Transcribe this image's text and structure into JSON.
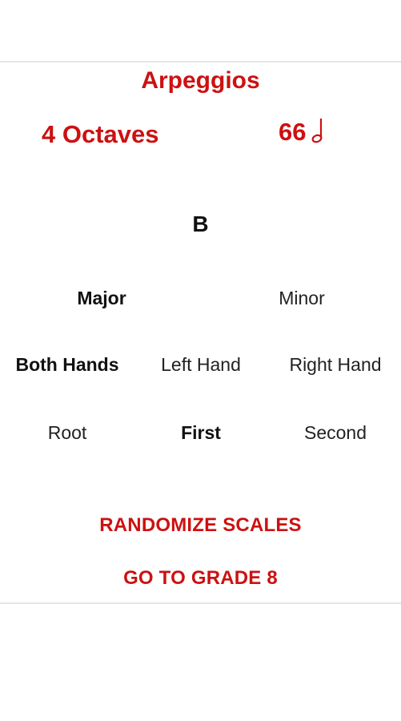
{
  "header": {
    "title": "Arpeggios",
    "octaves": "4 Octaves",
    "tempo": "66"
  },
  "key": "B",
  "quality": {
    "options": [
      "Major",
      "Minor"
    ],
    "selected": "Major"
  },
  "hands": {
    "options": [
      "Both Hands",
      "Left Hand",
      "Right Hand"
    ],
    "selected": "Both Hands"
  },
  "inversion": {
    "options": [
      "Root",
      "First",
      "Second"
    ],
    "selected": "First"
  },
  "actions": {
    "randomize": "RANDOMIZE SCALES",
    "grade": "GO TO GRADE 8"
  },
  "colors": {
    "accent": "#cc1111",
    "text": "#222222"
  },
  "icons": {
    "tempo_note": "half-note-icon"
  }
}
